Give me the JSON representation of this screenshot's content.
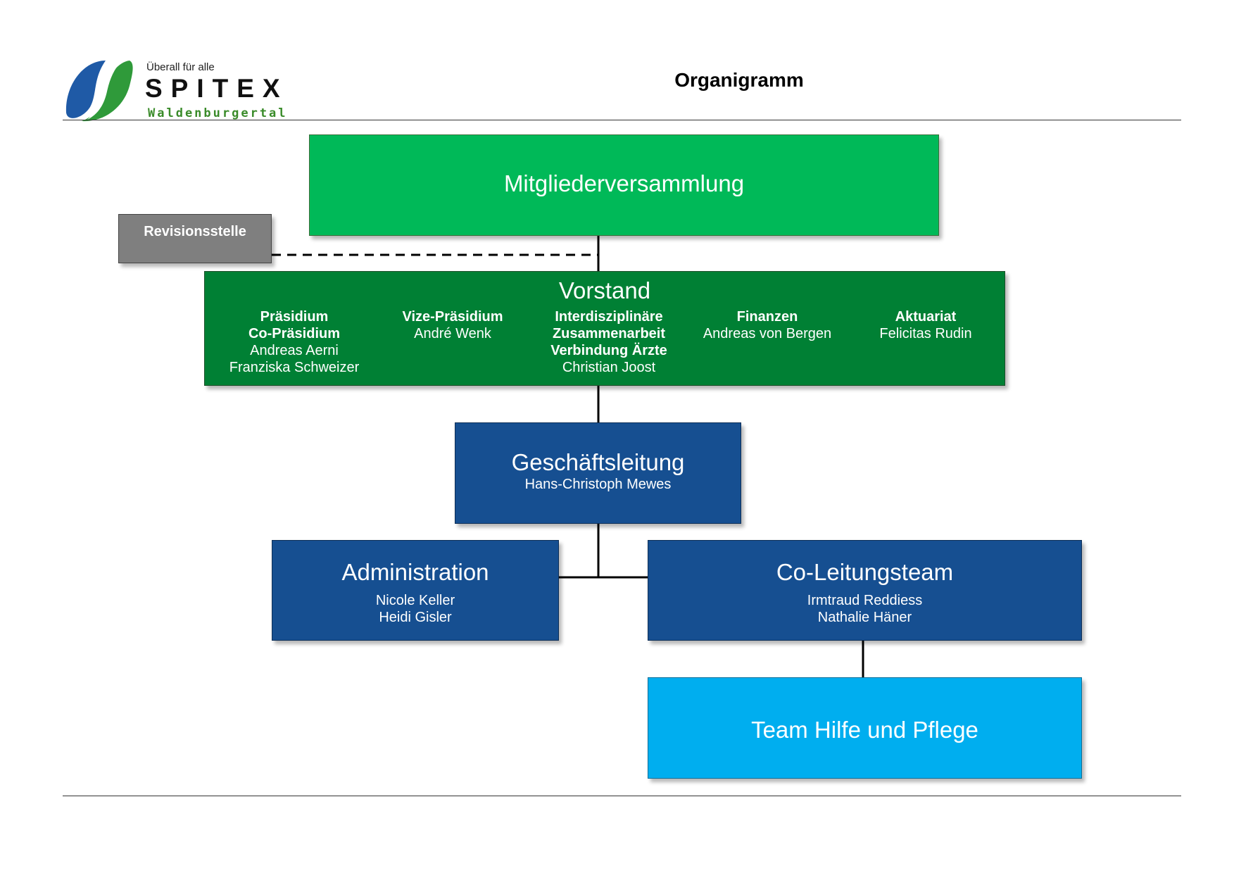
{
  "header": {
    "logo": {
      "tagline": "Überall für alle",
      "brand": "SPITEX",
      "region": "Waldenburgertal",
      "colors": {
        "blue": "#1f5aa6",
        "green": "#2f9a3a"
      }
    },
    "title": "Organigramm"
  },
  "org": {
    "mitgliederversammlung": {
      "title": "Mitgliederversammlung",
      "color": "#00b958"
    },
    "revisionsstelle": {
      "title": "Revisionsstelle",
      "color": "#7f7f7f"
    },
    "vorstand": {
      "title": "Vorstand",
      "color": "#008034",
      "roles": [
        {
          "title_lines": [
            "Präsidium",
            "Co-Präsidium"
          ],
          "names": [
            "Andreas Aerni",
            "Franziska Schweizer"
          ]
        },
        {
          "title_lines": [
            "Vize-Präsidium"
          ],
          "names": [
            "André Wenk"
          ]
        },
        {
          "title_lines": [
            "Interdisziplinäre",
            "Zusammenarbeit",
            "Verbindung Ärzte"
          ],
          "names": [
            "Christian Joost"
          ]
        },
        {
          "title_lines": [
            "Finanzen"
          ],
          "names": [
            "Andreas von Bergen"
          ]
        },
        {
          "title_lines": [
            "Aktuariat"
          ],
          "names": [
            "Felicitas Rudin"
          ]
        }
      ]
    },
    "geschaeftsleitung": {
      "title": "Geschäftsleitung",
      "names": [
        "Hans-Christoph Mewes"
      ],
      "color": "#164f91"
    },
    "administration": {
      "title": "Administration",
      "names": [
        "Nicole Keller",
        "Heidi Gisler"
      ],
      "color": "#164f91"
    },
    "co_leitungsteam": {
      "title": "Co-Leitungsteam",
      "names": [
        "Irmtraud Reddiess",
        "Nathalie Häner"
      ],
      "color": "#164f91"
    },
    "team": {
      "title": "Team Hilfe und Pflege",
      "color": "#00aeef"
    }
  }
}
